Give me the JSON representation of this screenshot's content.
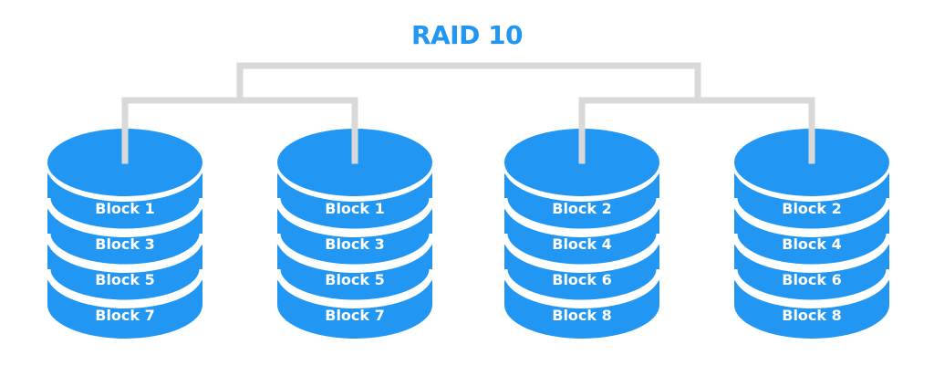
{
  "title": "RAID 10",
  "colors": {
    "disk": "#2196f3",
    "connector": "#d9d9d9",
    "gap": "#ffffff",
    "title": "#2196f3"
  },
  "disks": [
    {
      "name": "disk-1",
      "blocks": [
        "Block 1",
        "Block 3",
        "Block 5",
        "Block 7"
      ]
    },
    {
      "name": "disk-2",
      "blocks": [
        "Block 1",
        "Block 3",
        "Block 5",
        "Block 7"
      ]
    },
    {
      "name": "disk-3",
      "blocks": [
        "Block 2",
        "Block 4",
        "Block 6",
        "Block 8"
      ]
    },
    {
      "name": "disk-4",
      "blocks": [
        "Block 2",
        "Block 4",
        "Block 6",
        "Block 8"
      ]
    }
  ],
  "mirror_groups": [
    {
      "name": "mirror-group-1",
      "disks": [
        0,
        1
      ]
    },
    {
      "name": "mirror-group-2",
      "disks": [
        2,
        3
      ]
    }
  ]
}
